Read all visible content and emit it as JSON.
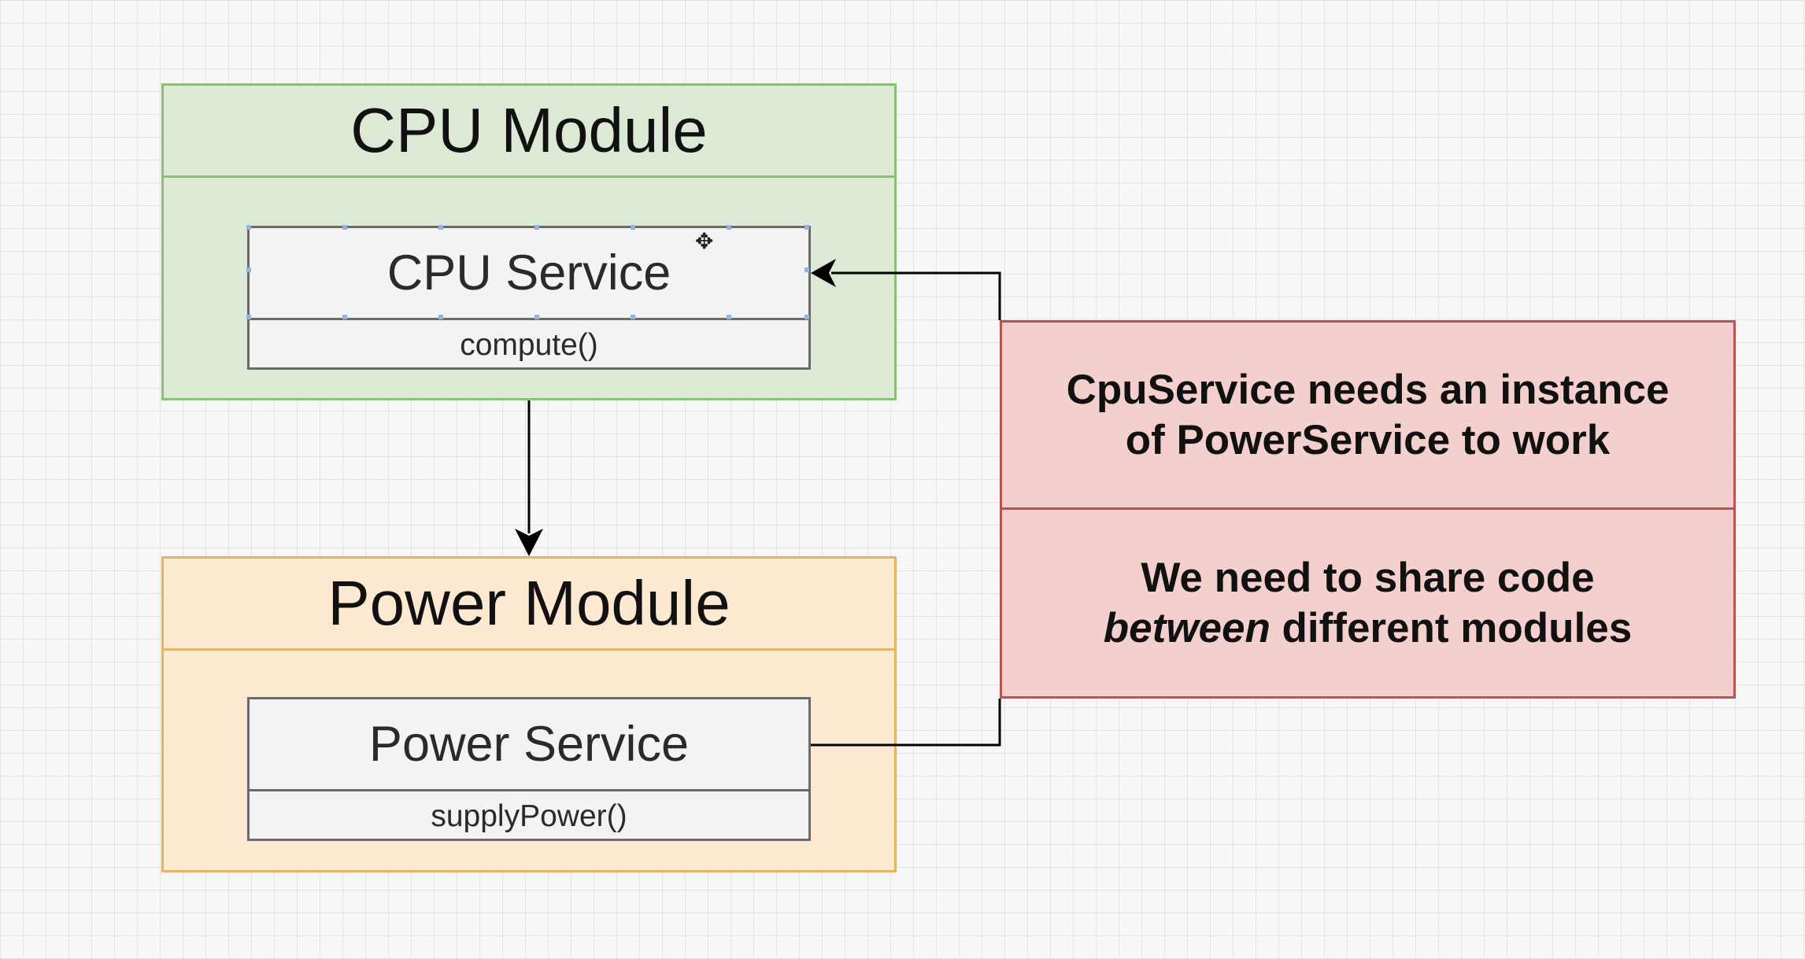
{
  "cpu_module": {
    "title": "CPU Module",
    "service": {
      "name": "CPU Service",
      "method": "compute()"
    }
  },
  "power_module": {
    "title": "Power Module",
    "service": {
      "name": "Power Service",
      "method": "supplyPower()"
    }
  },
  "note": {
    "line1": "CpuService needs an instance",
    "line2": "of PowerService to work",
    "line3": "We need to share code",
    "line4_em": "between",
    "line4_rest": " different modules"
  },
  "colors": {
    "cpu_module_fill": "#dbe9d5",
    "cpu_module_border": "#8dbe7a",
    "power_module_fill": "#fde8d1",
    "power_module_border": "#e4b462",
    "note_fill": "#f3cfcd",
    "note_border": "#b85450",
    "service_fill": "#f3f3f3"
  },
  "icons": {
    "cursor": "move-cursor-icon"
  }
}
